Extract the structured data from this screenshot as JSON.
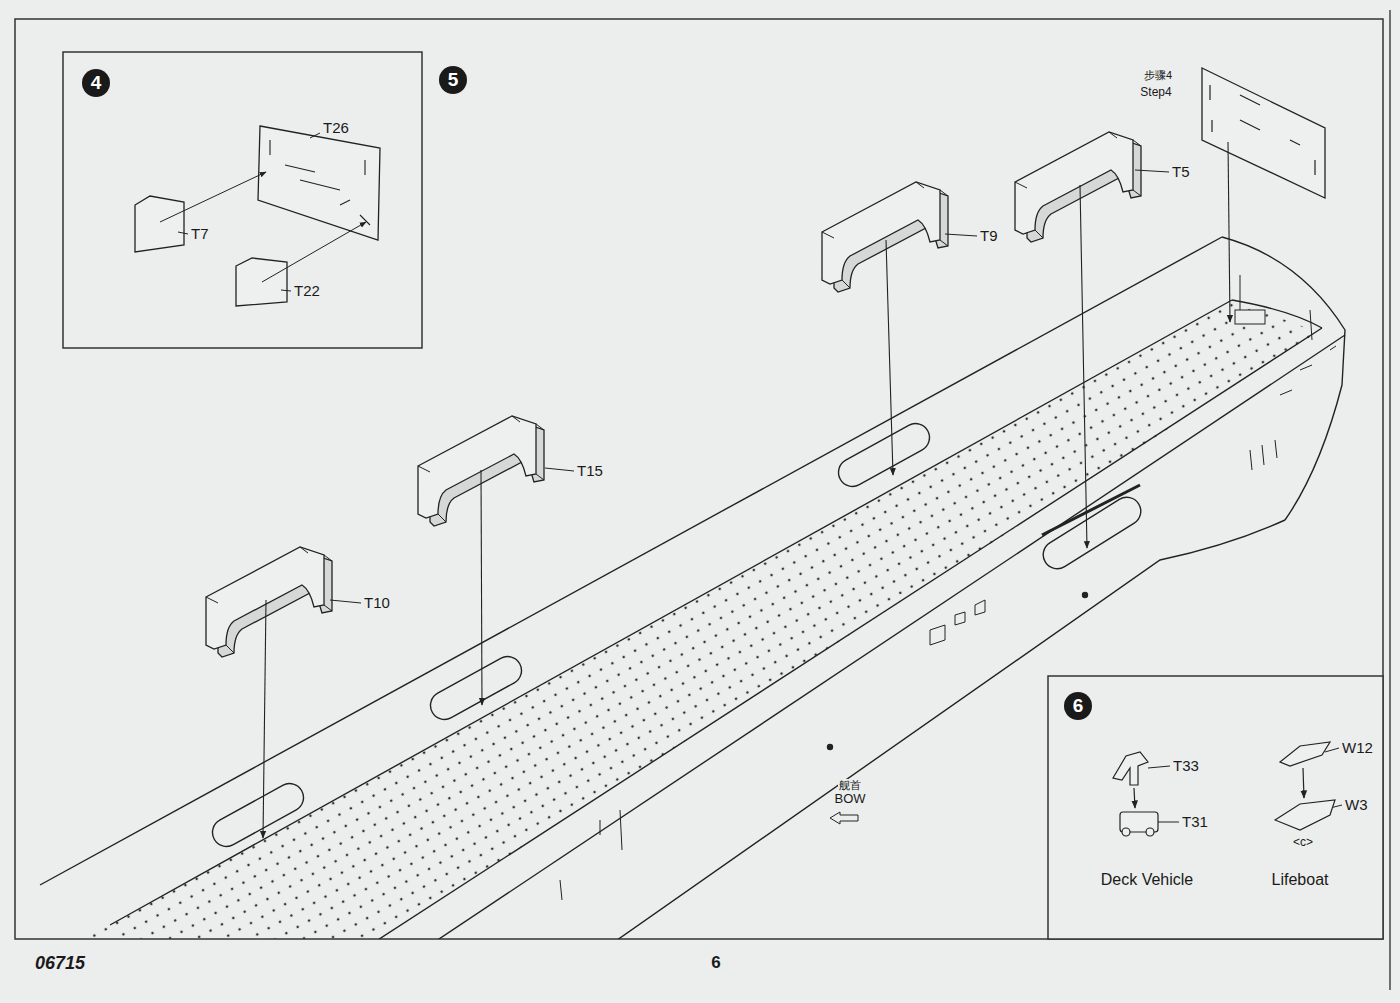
{
  "diagram": {
    "nodes": [
      {
        "text": [
          "4"
        ]
      },
      {
        "text": [
          "5"
        ]
      },
      {
        "text": [
          "6"
        ]
      }
    ],
    "labels": [
      "T26",
      "T7",
      "T22",
      "步骤4",
      "Step4",
      "T5",
      "T9",
      "T15",
      "T10",
      "舰首",
      "BOW",
      "T33",
      "T31",
      "W12",
      "W3",
      "<c>",
      "Deck Vehicle",
      "Lifeboat",
      "06715",
      "6"
    ]
  }
}
